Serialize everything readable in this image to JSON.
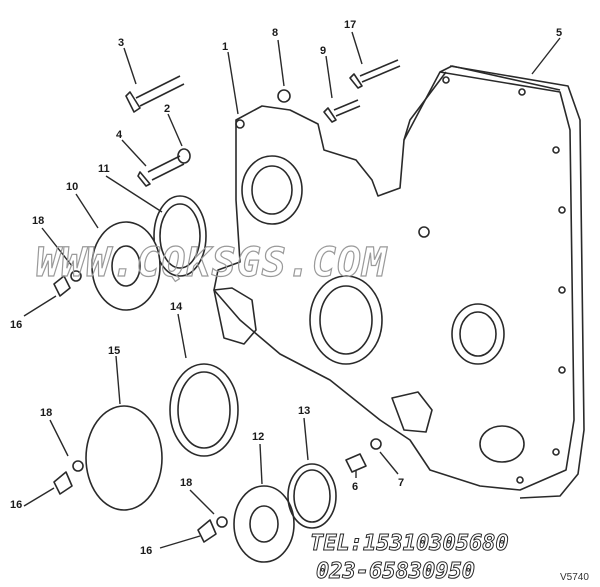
{
  "callouts": [
    {
      "id": "c1",
      "num": "1"
    },
    {
      "id": "c2",
      "num": "2"
    },
    {
      "id": "c3",
      "num": "3"
    },
    {
      "id": "c4",
      "num": "4"
    },
    {
      "id": "c5",
      "num": "5"
    },
    {
      "id": "c6",
      "num": "6"
    },
    {
      "id": "c7",
      "num": "7"
    },
    {
      "id": "c8",
      "num": "8"
    },
    {
      "id": "c9",
      "num": "9"
    },
    {
      "id": "c10",
      "num": "10"
    },
    {
      "id": "c11",
      "num": "11"
    },
    {
      "id": "c12",
      "num": "12"
    },
    {
      "id": "c13",
      "num": "13"
    },
    {
      "id": "c14",
      "num": "14"
    },
    {
      "id": "c15",
      "num": "15"
    },
    {
      "id": "c16a",
      "num": "16"
    },
    {
      "id": "c16b",
      "num": "16"
    },
    {
      "id": "c16c",
      "num": "16"
    },
    {
      "id": "c17",
      "num": "17"
    },
    {
      "id": "c18a",
      "num": "18"
    },
    {
      "id": "c18b",
      "num": "18"
    },
    {
      "id": "c18c",
      "num": "18"
    }
  ],
  "watermark": "WWW.CQKSGS.COM",
  "contact": {
    "tel": "TEL:15310305680",
    "phone": "023-65830950"
  },
  "corner_code": "V5740"
}
